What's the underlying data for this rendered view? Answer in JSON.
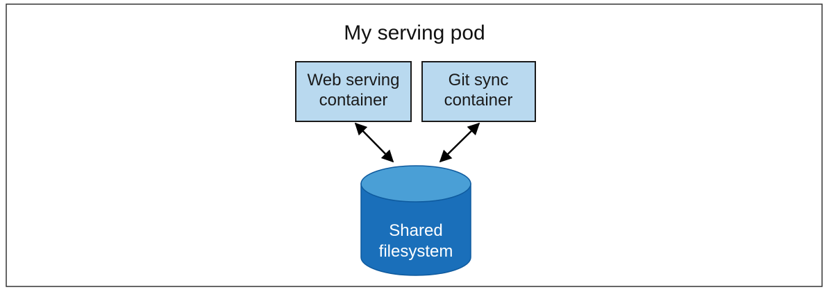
{
  "diagram": {
    "title": "My serving pod",
    "web_container": {
      "line1": "Web serving",
      "line2": "container"
    },
    "git_container": {
      "line1": "Git sync",
      "line2": "container"
    },
    "filesystem": {
      "line1": "Shared",
      "line2": "filesystem"
    }
  },
  "colors": {
    "container_fill": "#b9d9ef",
    "cylinder_body": "#1a6fba",
    "cylinder_top": "#4a9fd6",
    "arrow": "#000000"
  }
}
